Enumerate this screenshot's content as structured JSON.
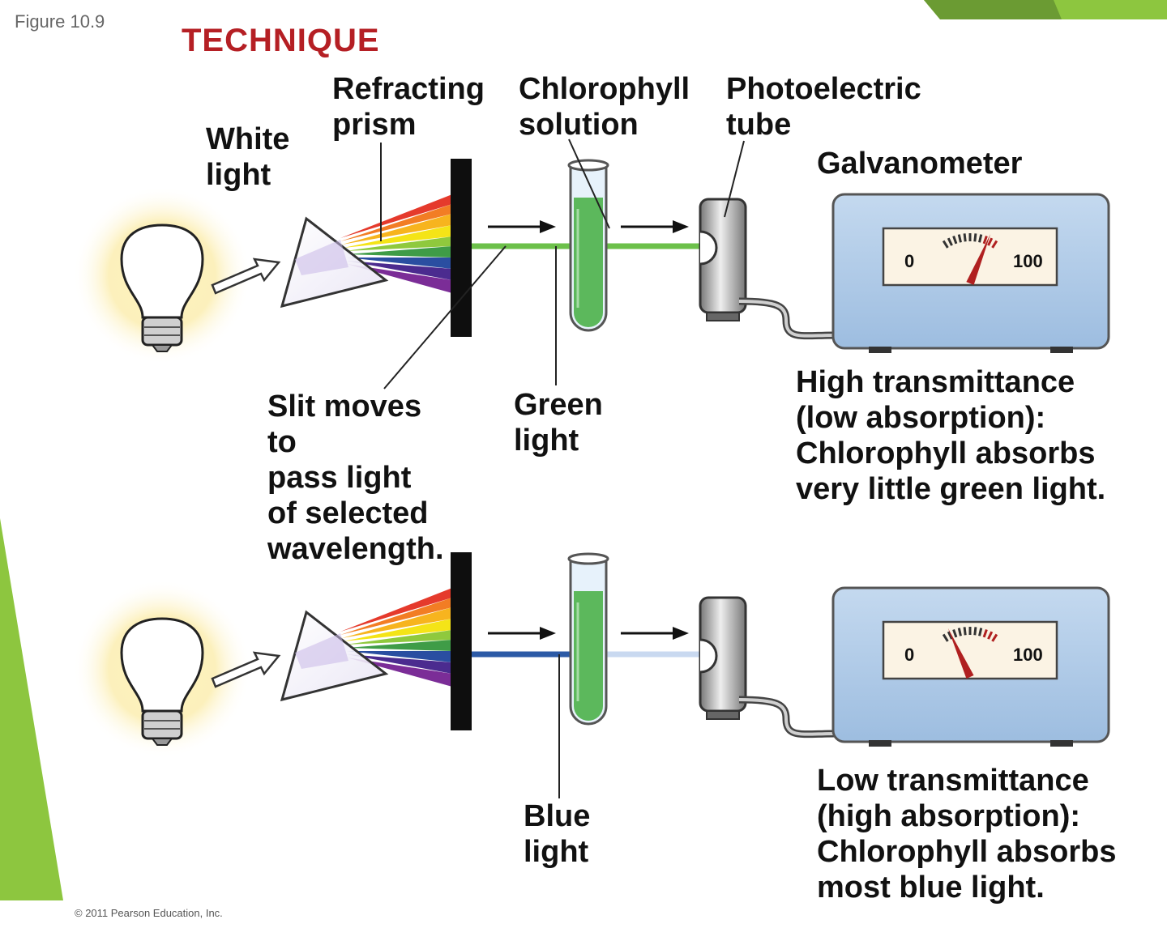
{
  "figure_label": "Figure 10.9",
  "heading": "TECHNIQUE",
  "copyright": "© 2011 Pearson Education, Inc.",
  "labels": {
    "white_light": [
      "White",
      "light"
    ],
    "refracting_prism": [
      "Refracting",
      "prism"
    ],
    "chlorophyll_solution": [
      "Chlorophyll",
      "solution"
    ],
    "photoelectric_tube": [
      "Photoelectric",
      "tube"
    ],
    "galvanometer": "Galvanometer",
    "slit_moves": [
      "Slit moves",
      "to",
      "pass light",
      "of selected",
      "wavelength."
    ],
    "green_light": [
      "Green",
      "light"
    ],
    "blue_light": [
      "Blue",
      "light"
    ],
    "high_transmittance": [
      "High transmittance",
      "(low absorption):",
      "Chlorophyll absorbs",
      "very little green light."
    ],
    "low_transmittance": [
      "Low transmittance",
      "(high absorption):",
      "Chlorophyll absorbs",
      "most blue light."
    ]
  },
  "meter": {
    "min_label": "0",
    "max_label": "100",
    "top_reading_fraction": 0.85,
    "bottom_reading_fraction": 0.12
  },
  "colors": {
    "heading": "#b51f24",
    "green_beam": "#6cc04a",
    "blue_beam": "#2c5aa6",
    "solution": "#5cb85c",
    "meter_body": "#a9c6e4",
    "needle": "#b02020",
    "accent_bar": "#8dc63f"
  }
}
